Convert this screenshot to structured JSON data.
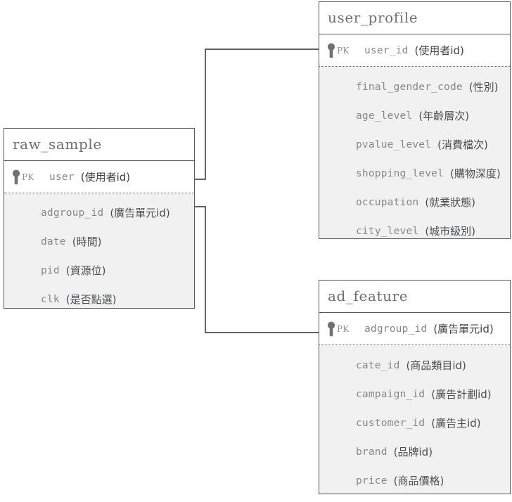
{
  "diagram": {
    "type": "entity-relationship-diagram",
    "entities": [
      {
        "id": "raw_sample",
        "title": "raw_sample",
        "pk": {
          "badge": "PK",
          "icon": "key-icon",
          "name": "user",
          "gloss": "(使用者id)"
        },
        "fields": [
          {
            "name": "adgroup_id",
            "gloss": "(廣告單元id)"
          },
          {
            "name": "date",
            "gloss": "(時間)"
          },
          {
            "name": "pid",
            "gloss": "(資源位)"
          },
          {
            "name": "clk",
            "gloss": "(是否點選)"
          }
        ]
      },
      {
        "id": "user_profile",
        "title": "user_profile",
        "pk": {
          "badge": "PK",
          "icon": "key-icon",
          "name": "user_id",
          "gloss": "(使用者id)"
        },
        "fields": [
          {
            "name": "final_gender_code",
            "gloss": "(性別)"
          },
          {
            "name": "age_level",
            "gloss": "(年齡層次)"
          },
          {
            "name": "pvalue_level",
            "gloss": "(消費檔次)"
          },
          {
            "name": "shopping_level",
            "gloss": "(購物深度)"
          },
          {
            "name": "occupation",
            "gloss": "(就業狀態)"
          },
          {
            "name": "city_level",
            "gloss": "(城市級別)"
          }
        ]
      },
      {
        "id": "ad_feature",
        "title": "ad_feature",
        "pk": {
          "badge": "PK",
          "icon": "key-icon",
          "name": "adgroup_id",
          "gloss": "(廣告單元id)"
        },
        "fields": [
          {
            "name": "cate_id",
            "gloss": "(商品類目id)"
          },
          {
            "name": "campaign_id",
            "gloss": "(廣告計劃id)"
          },
          {
            "name": "customer_id",
            "gloss": "(廣告主id)"
          },
          {
            "name": "brand",
            "gloss": "(品牌id)"
          },
          {
            "name": "price",
            "gloss": "(商品價格)"
          }
        ]
      }
    ],
    "relationships": [
      {
        "id": "rel-user",
        "from": "raw_sample.user",
        "to": "user_profile.user_id"
      },
      {
        "id": "rel-adgroup",
        "from": "raw_sample.adgroup_id",
        "to": "ad_feature.adgroup_id"
      }
    ],
    "colors": {
      "border": "#57595c",
      "header_bg": "#ffffff",
      "body_bg": "#f1f1f1",
      "field_name": "#86888c",
      "gloss": "#4c4e51",
      "key_icon": "#6e7073",
      "connector": "#4a4c4f"
    }
  }
}
